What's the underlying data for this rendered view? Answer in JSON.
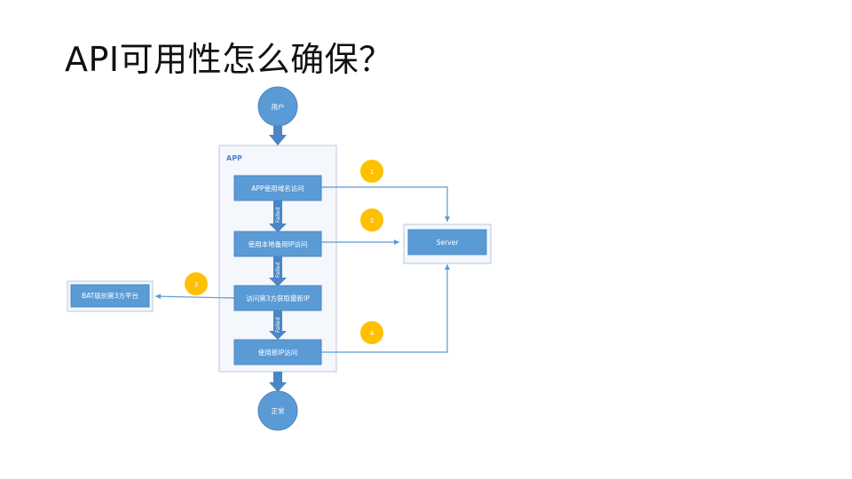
{
  "title": "API可用性怎么确保？",
  "nodes": {
    "user": "用户",
    "app_container": "APP",
    "step1": "APP使用域名访问",
    "step2": "使用本地备用IP访问",
    "step3": "访问第3方获取最新IP",
    "step4": "使用新IP访问",
    "server": "Server",
    "third_party": "BAT级别第3方平台",
    "normal": "正常"
  },
  "failed_labels": [
    "Failed",
    "Failed",
    "Failed"
  ],
  "badges": [
    "1",
    "2",
    "3",
    "4"
  ],
  "colors": {
    "node_fill": "#5b9bd5",
    "node_border": "#4a86c5",
    "container_fill": "#f4f7fb",
    "container_border": "#b7c9dd",
    "badge_fill": "#ffc000",
    "connector": "#5b9bd5"
  }
}
